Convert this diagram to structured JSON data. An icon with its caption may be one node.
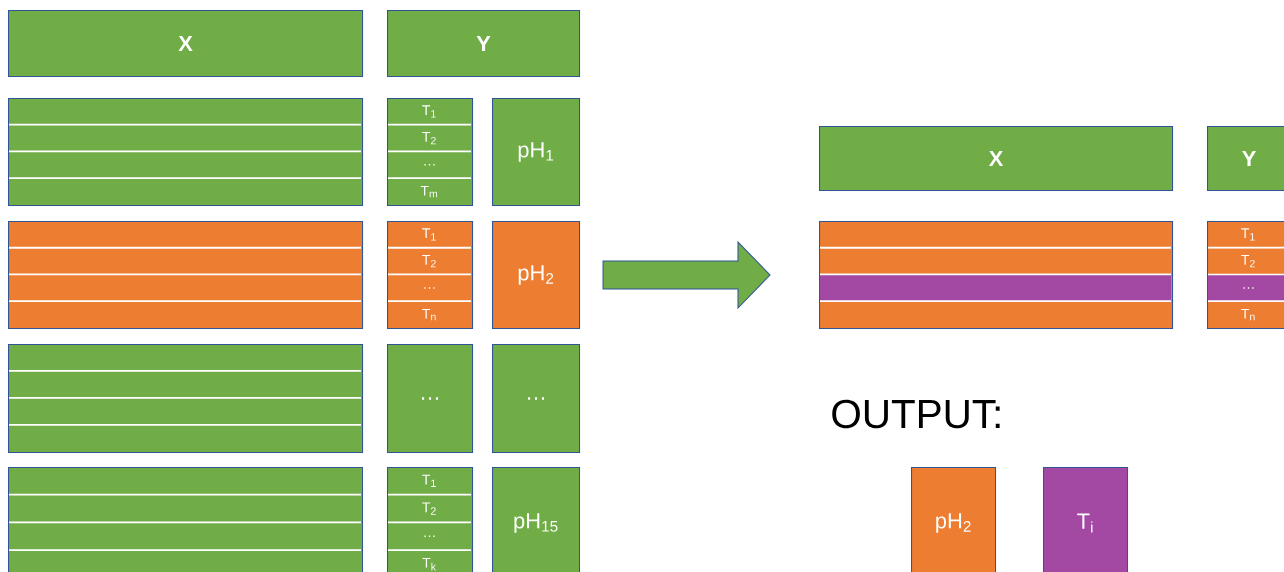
{
  "diagram": {
    "nodes": [
      {
        "text": [
          "X"
        ]
      },
      {
        "text": [
          "Y"
        ]
      },
      {
        "text": [],
        "shape": "box"
      },
      {
        "text": [
          "T$_{1}$",
          "T$_{2}$",
          "…",
          "T$_{m}$"
        ]
      },
      {
        "text": [
          "pH$_{1}$"
        ]
      },
      {
        "text": [],
        "shape": "box"
      },
      {
        "text": [
          "T$_{1}$",
          "T$_{2}$",
          "…",
          "T$_{n}$"
        ]
      },
      {
        "text": [
          "pH$_{2}$"
        ]
      },
      {
        "text": [],
        "shape": "box"
      },
      {
        "text": [
          "…"
        ]
      },
      {
        "text": [
          "…"
        ]
      },
      {
        "text": [],
        "shape": "box"
      },
      {
        "text": [
          "T$_{1}$",
          "T$_{2}$",
          "…",
          "T$_{k}$"
        ]
      },
      {
        "text": [
          "pH$_{15}$"
        ]
      },
      {
        "text": [
          "X"
        ]
      },
      {
        "text": [
          "Y"
        ]
      },
      {
        "text": [],
        "shape": "box"
      },
      {
        "text": [
          "T$_{1}$",
          "T$_{2}$",
          "…",
          "T$_{n}$"
        ]
      },
      {
        "text": [
          "pH$_{2}$"
        ]
      },
      {
        "text": [
          "T$_{i}$"
        ]
      }
    ],
    "edges": [
      {
        "from": 7,
        "to": 16,
        "arrow": "to",
        "style": "thick"
      }
    ],
    "labels": [
      "OUTPUT:"
    ]
  }
}
